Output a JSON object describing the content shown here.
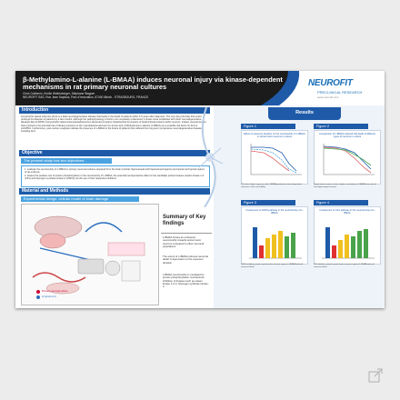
{
  "poster": {
    "title": "β-Methylamino-L-alanine (L-BMAA) induces neuronal injury via kinase-dependent mechanisms in rat primary neuronal cultures",
    "authors": "Chris Guillemin, Emilie Wolfenberger, Stéphane Wagner",
    "affiliation": "NEUROFIT SAS, Rue Jean Sapidus, Parc d'Innovation, 67400 Illkirch - STRASBOURG, FRANCE",
    "logo": {
      "name": "NEUROFIT",
      "tagline": "PRECLINICAL RESEARCH",
      "url": "www.neurofit.com"
    },
    "introduction": {
      "heading": "Introduction",
      "text": "Amyotrophic lateral sclerosis (ALS) is a fatal neurodegenerative disease that leads to the death of patients within 3-5 years after diagnosis. The only drug (riluzole) that exists prolongs the lifespan of patients by a few months. Although the pathophysiology of ALS is not completely understood, it shows close similarities with other neurodegenerative diseases like ALS/PDC (Amyotrophic lateral sclerosis/parkinsonism-dementia complex) characterized by clusters of dysfunctional proteins within neurons. Indeed, several studies have pointed to the potential role of dietary exposure to the cyanobacteria-derived non-amino acid, β-Methylamino-L-alanine (L-BMAA) as a possible risk factor for ALS or ALS/PDC. Furthermore, post-mortem analyses indicate the presence of L-BMAA in the brains of patients that suffered from long-term progressive neurodegenerative diseases, including ALS."
    },
    "objective": {
      "heading": "Objective",
      "subheading": "The present study has two objectives:",
      "items": [
        "1. evaluate the neurotoxicity of L-BMAA in primary neuronal cultures prepared from the brain (cortical, hippocampal and hippocampal regions) and spinal cord (spinal region) of rat embryos",
        "2. assess the putative role of protein phosphorylation in the neurotoxicity of L-BMAA, the potential neuroprotective effect of two candidate protein kinases (casein kinase 1-δ (CK1) and Glycogen synthase kinase-3 (GSK3)) via the use of their respective inhibitors."
      ]
    },
    "methods": {
      "heading": "Material and Methods",
      "subheading": "Experimental design: cellular model of brain damage",
      "legend": [
        "Primary neuronal culture",
        "of spinal cord"
      ]
    },
    "summary": {
      "heading": "Summary of Key findings",
      "findings": [
        "L-BMAA shows an enhanced neurotoxicity towards spinal motor neurons compared to other neuronal populations",
        "The extent of L-BMAA-induced neuronal death is dependent on the exposure duration",
        "L-BMAA neurotoxicity is mediated by protein phosphorylation mechanisms: inhibition of kinases such as casein kinase 1-δ or Glycogen synthase kinase-3"
      ]
    },
    "results": {
      "heading": "Results",
      "figures": [
        {
          "label": "Figure 1",
          "title": "Effect of exposure duration on the neurotoxicity of L-BMAA in spinal motor neurons in culture",
          "caption": "1/8: after 6 days' exposure with L-BMAA produced a dose-dependent reduction of the cell viability"
        },
        {
          "label": "Figure 2",
          "title": "Comparison of L-BMAA-induced cell death of different types of neurons in culture",
          "caption": "Spinal motor neurons show a higher sensitivity to L-BMAA than cortical and hippocampal neurons"
        },
        {
          "label": "Figure 3",
          "title": "Involvement of GSK3 pathway in the neurotoxicity of L-BMAA",
          "caption": "GSK3 inhibitors protect spinal motor neurons against L-BMAA induced neuronal death"
        },
        {
          "label": "Figure 4",
          "title": "Involvement of CK1 pathway in the neurotoxicity of L-BMAA",
          "caption": "CK1 inhibitors protect spinal motor neurons against L-BMAA induced neuronal death"
        }
      ]
    }
  },
  "colors": {
    "accent": "#1e5aa8",
    "accent_light": "#4aa3e0",
    "title_bg": "#1b1b1b",
    "results_bg": "#eef3f9"
  },
  "icons": {
    "corner": "expand-arrow-icon"
  }
}
